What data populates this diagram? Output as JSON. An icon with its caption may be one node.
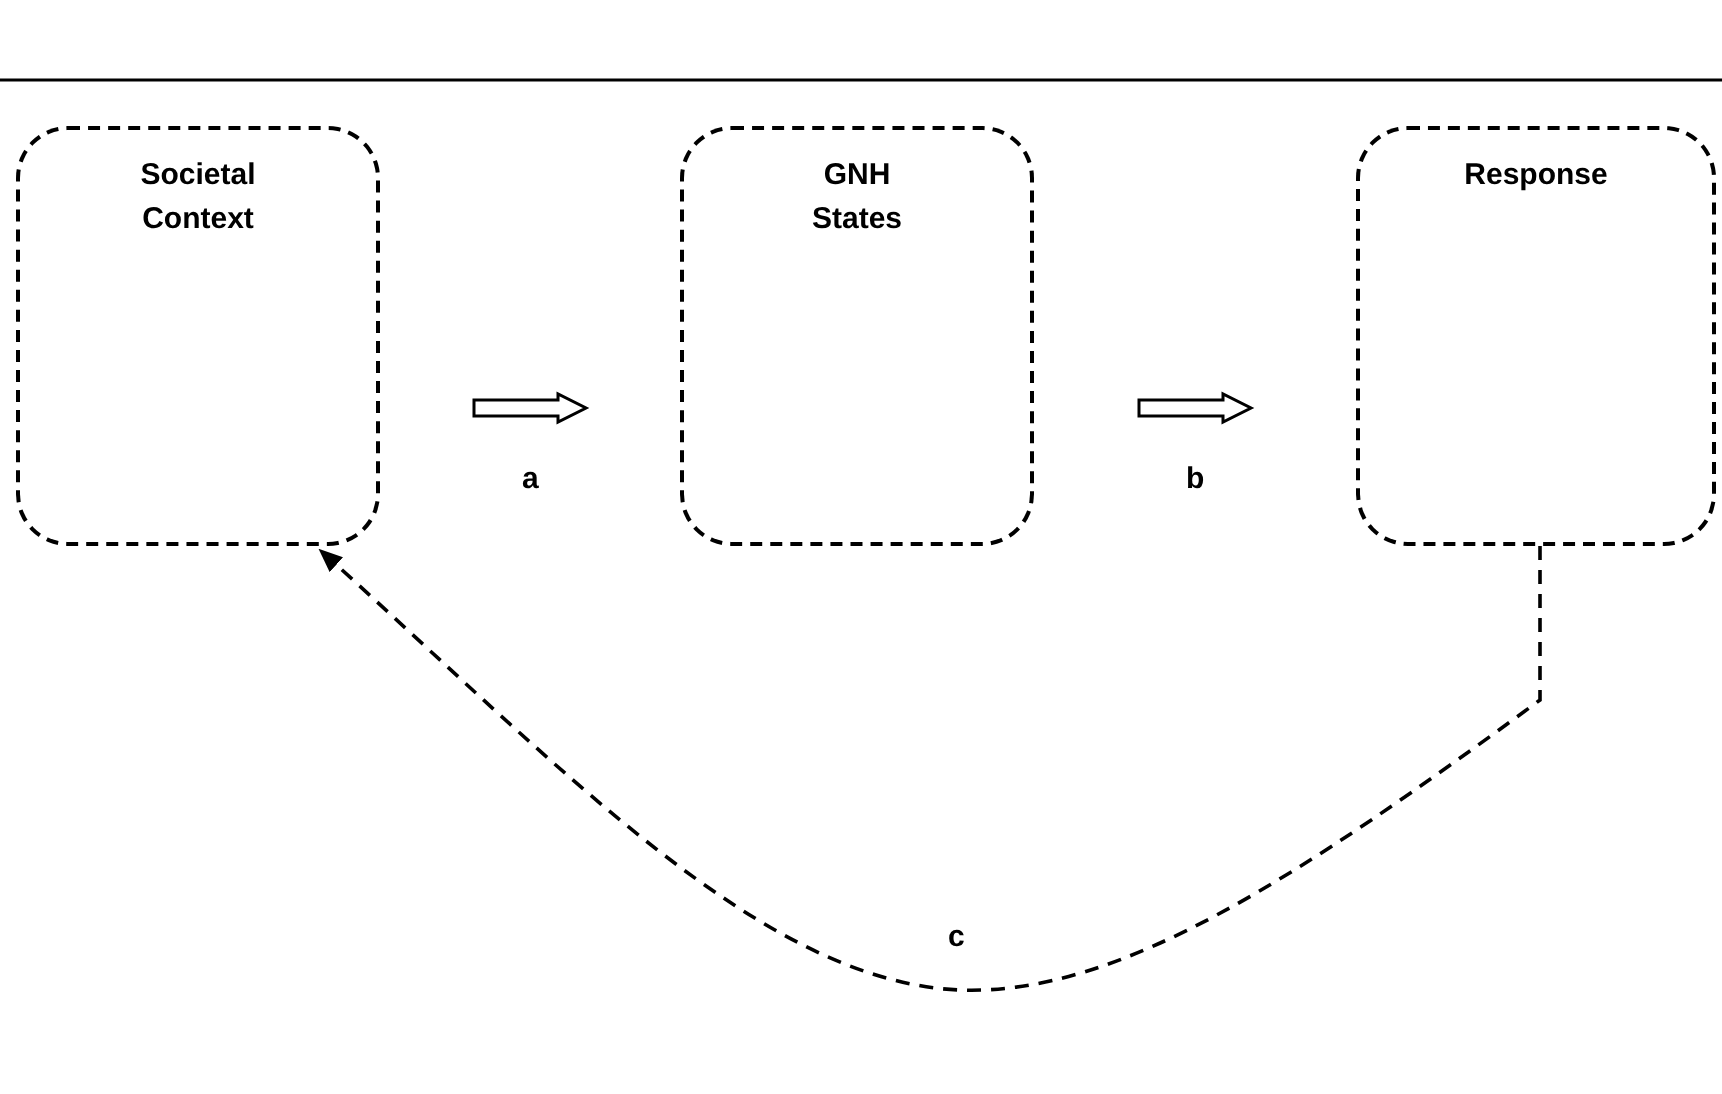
{
  "diagram": {
    "nodes": [
      {
        "text": [
          "Societal Context"
        ]
      },
      {
        "text": [
          "GNH States"
        ]
      },
      {
        "text": [
          "Response"
        ]
      }
    ],
    "edges": [
      {
        "from": 0,
        "to": 1,
        "arrow": "to",
        "label": "a"
      },
      {
        "from": 1,
        "to": 2,
        "arrow": "to",
        "label": "b"
      },
      {
        "from": 2,
        "to": 0,
        "arrow": "to",
        "label": "c",
        "style": "dashed"
      }
    ]
  }
}
